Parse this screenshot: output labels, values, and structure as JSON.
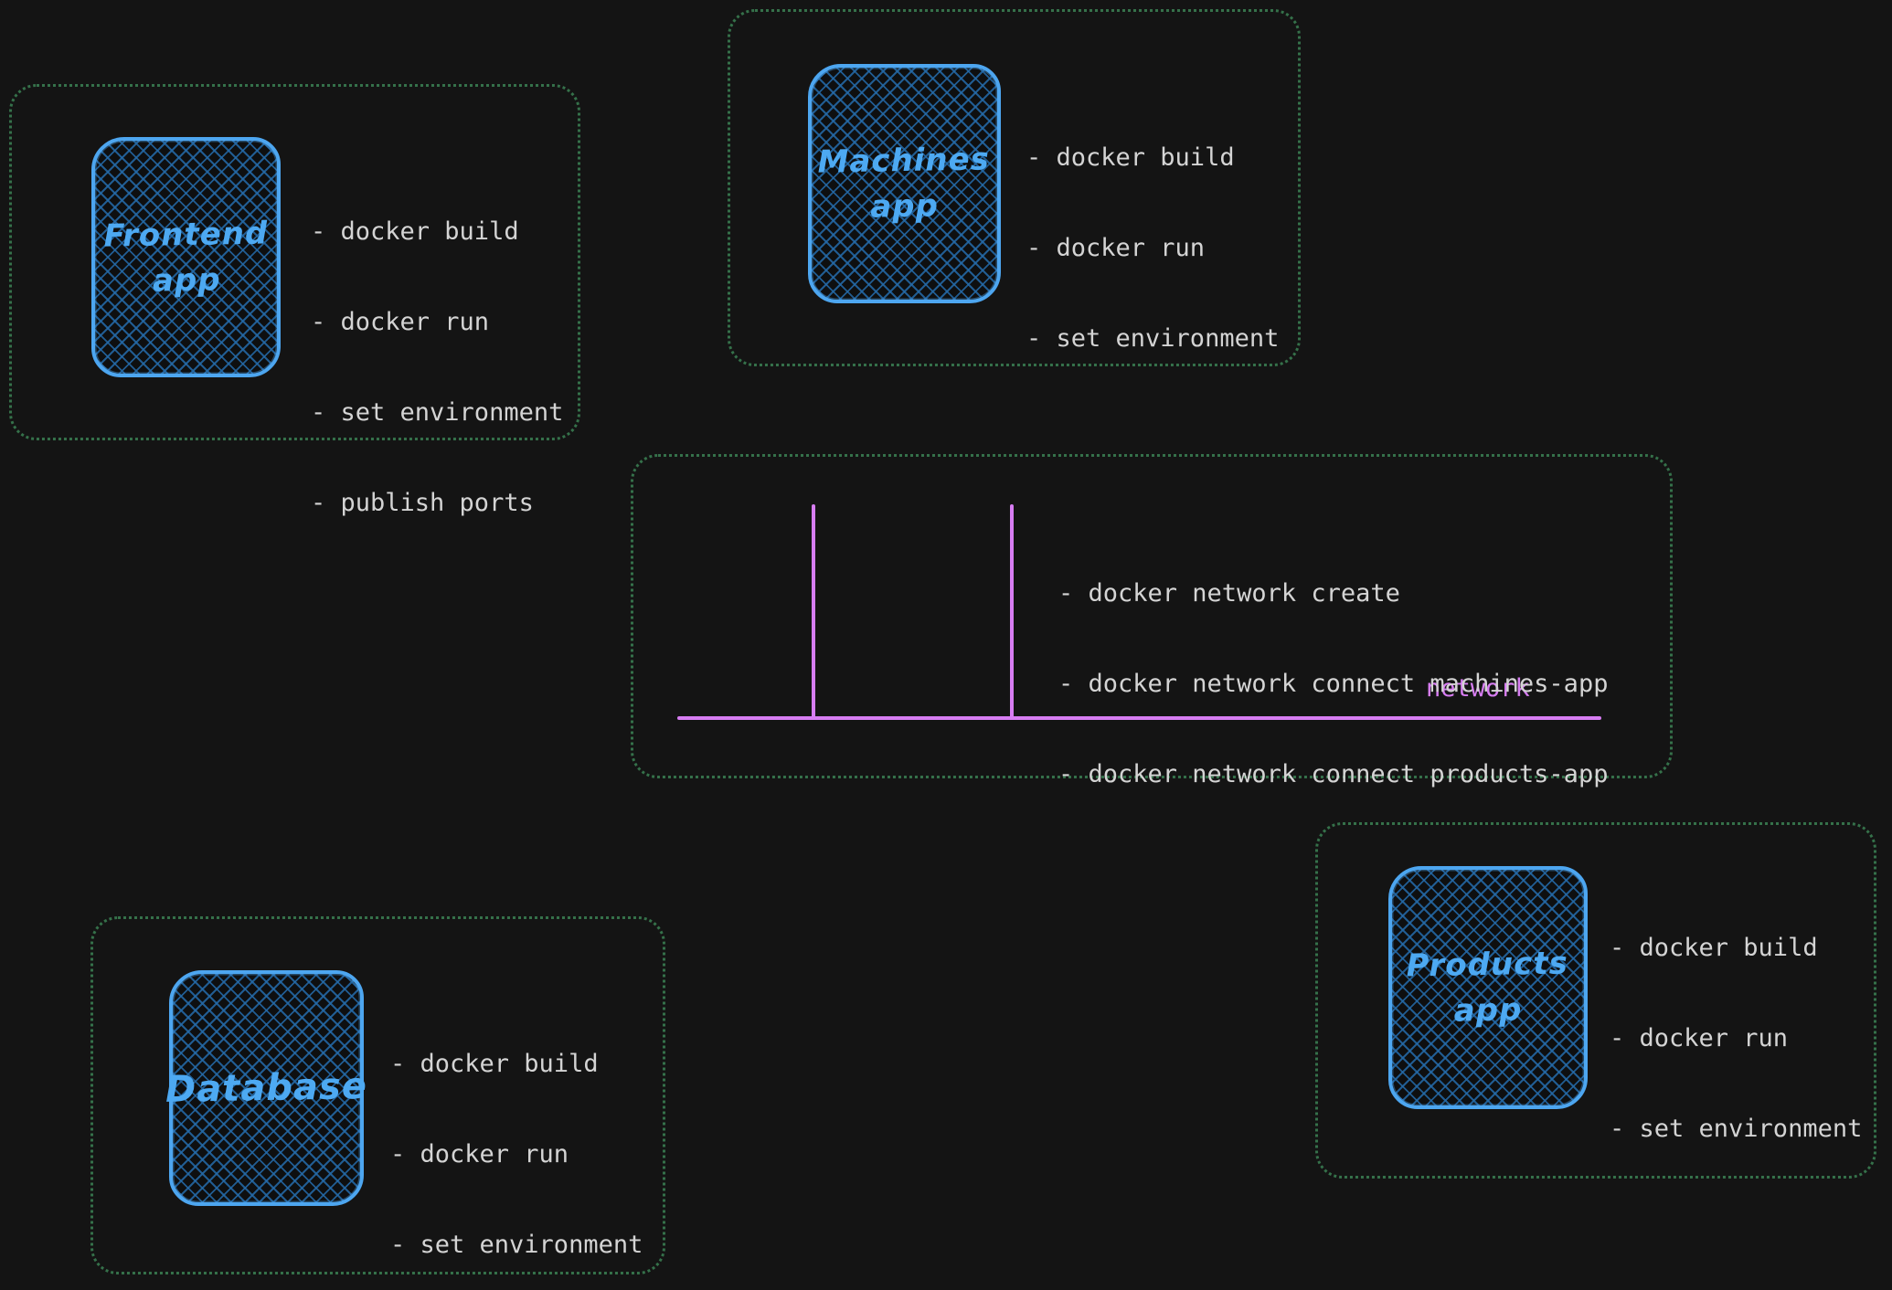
{
  "palette": {
    "container_stroke": "#4da6f0",
    "container_hatch": "#246aa8",
    "label_blue": "#4da9f2",
    "group_border": "#35714a",
    "note_text": "#d4d4d4",
    "network_accent": "#d77df2",
    "canvas_bg": "#141414"
  },
  "frontend": {
    "label_line1": "Frontend",
    "label_line2": "app",
    "notes": [
      "- docker build",
      "- docker run",
      "- set environment",
      "- publish ports"
    ]
  },
  "machines": {
    "label_line1": "Machines",
    "label_line2": "app",
    "notes": [
      "- docker build",
      "- docker run",
      "- set environment"
    ]
  },
  "network": {
    "label": "network",
    "notes": [
      "- docker network create",
      "- docker network connect machines-app",
      "- docker network connect products-app"
    ]
  },
  "database": {
    "label": "Database",
    "notes": [
      "- docker build",
      "- docker run",
      "- set environment"
    ]
  },
  "products": {
    "label_line1": "Products",
    "label_line2": "app",
    "notes": [
      "- docker build",
      "- docker run",
      "- set environment"
    ]
  }
}
